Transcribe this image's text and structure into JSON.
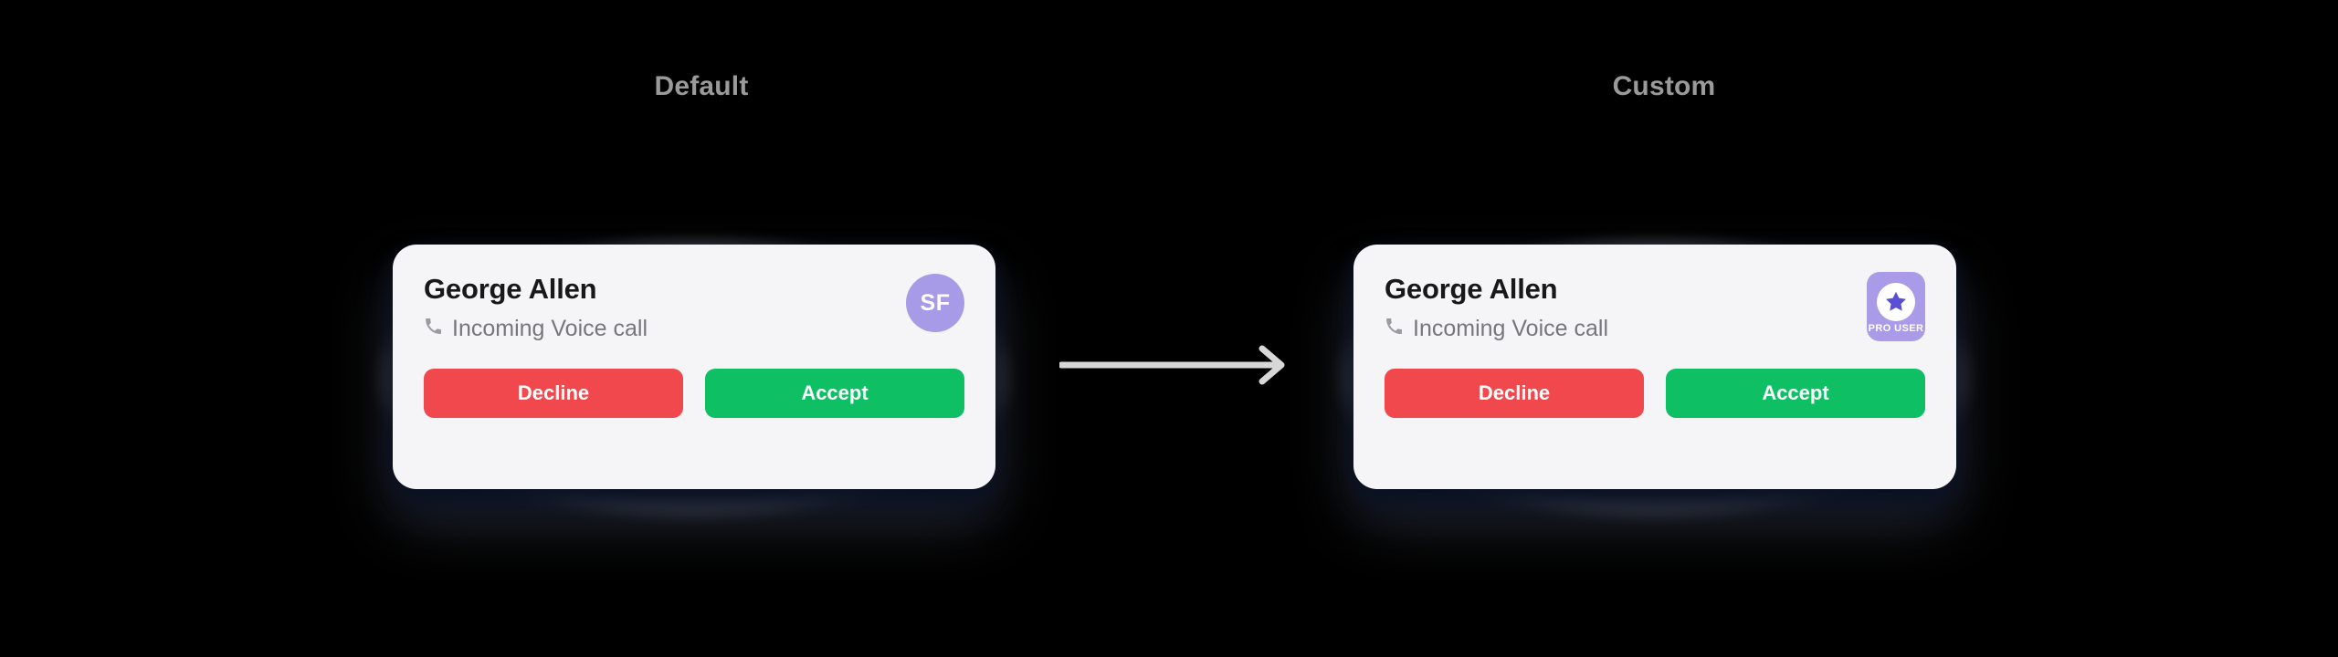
{
  "background_color": "#000000",
  "columns": [
    {
      "id": "default",
      "label": "Default"
    },
    {
      "id": "custom",
      "label": "Custom"
    }
  ],
  "arrow": {
    "icon": "arrow-right-icon",
    "color": "#d8d8d8"
  },
  "cards": {
    "default": {
      "caller_name": "George Allen",
      "status_icon": "phone-call-icon",
      "status_text": "Incoming Voice call",
      "avatar": {
        "type": "initials-avatar",
        "initials": "SF",
        "background_color": "#a79ae6",
        "text_color": "#ffffff"
      },
      "buttons": {
        "decline_label": "Decline",
        "decline_color": "#f0484c",
        "accept_label": "Accept",
        "accept_color": "#0ebf63"
      },
      "card_background": "#f5f5f7"
    },
    "custom": {
      "caller_name": "George Allen",
      "status_icon": "phone-call-icon",
      "status_text": "Incoming Voice call",
      "badge": {
        "type": "pro-user-badge",
        "icon": "star-icon",
        "label": "PRO USER",
        "background_color": "#a99be8",
        "disc_color": "#ffffff",
        "star_color": "#5b4fd6",
        "text_color": "#ffffff"
      },
      "buttons": {
        "decline_label": "Decline",
        "decline_color": "#f0484c",
        "accept_label": "Accept",
        "accept_color": "#0ebf63"
      },
      "card_background": "#f5f5f7"
    }
  }
}
